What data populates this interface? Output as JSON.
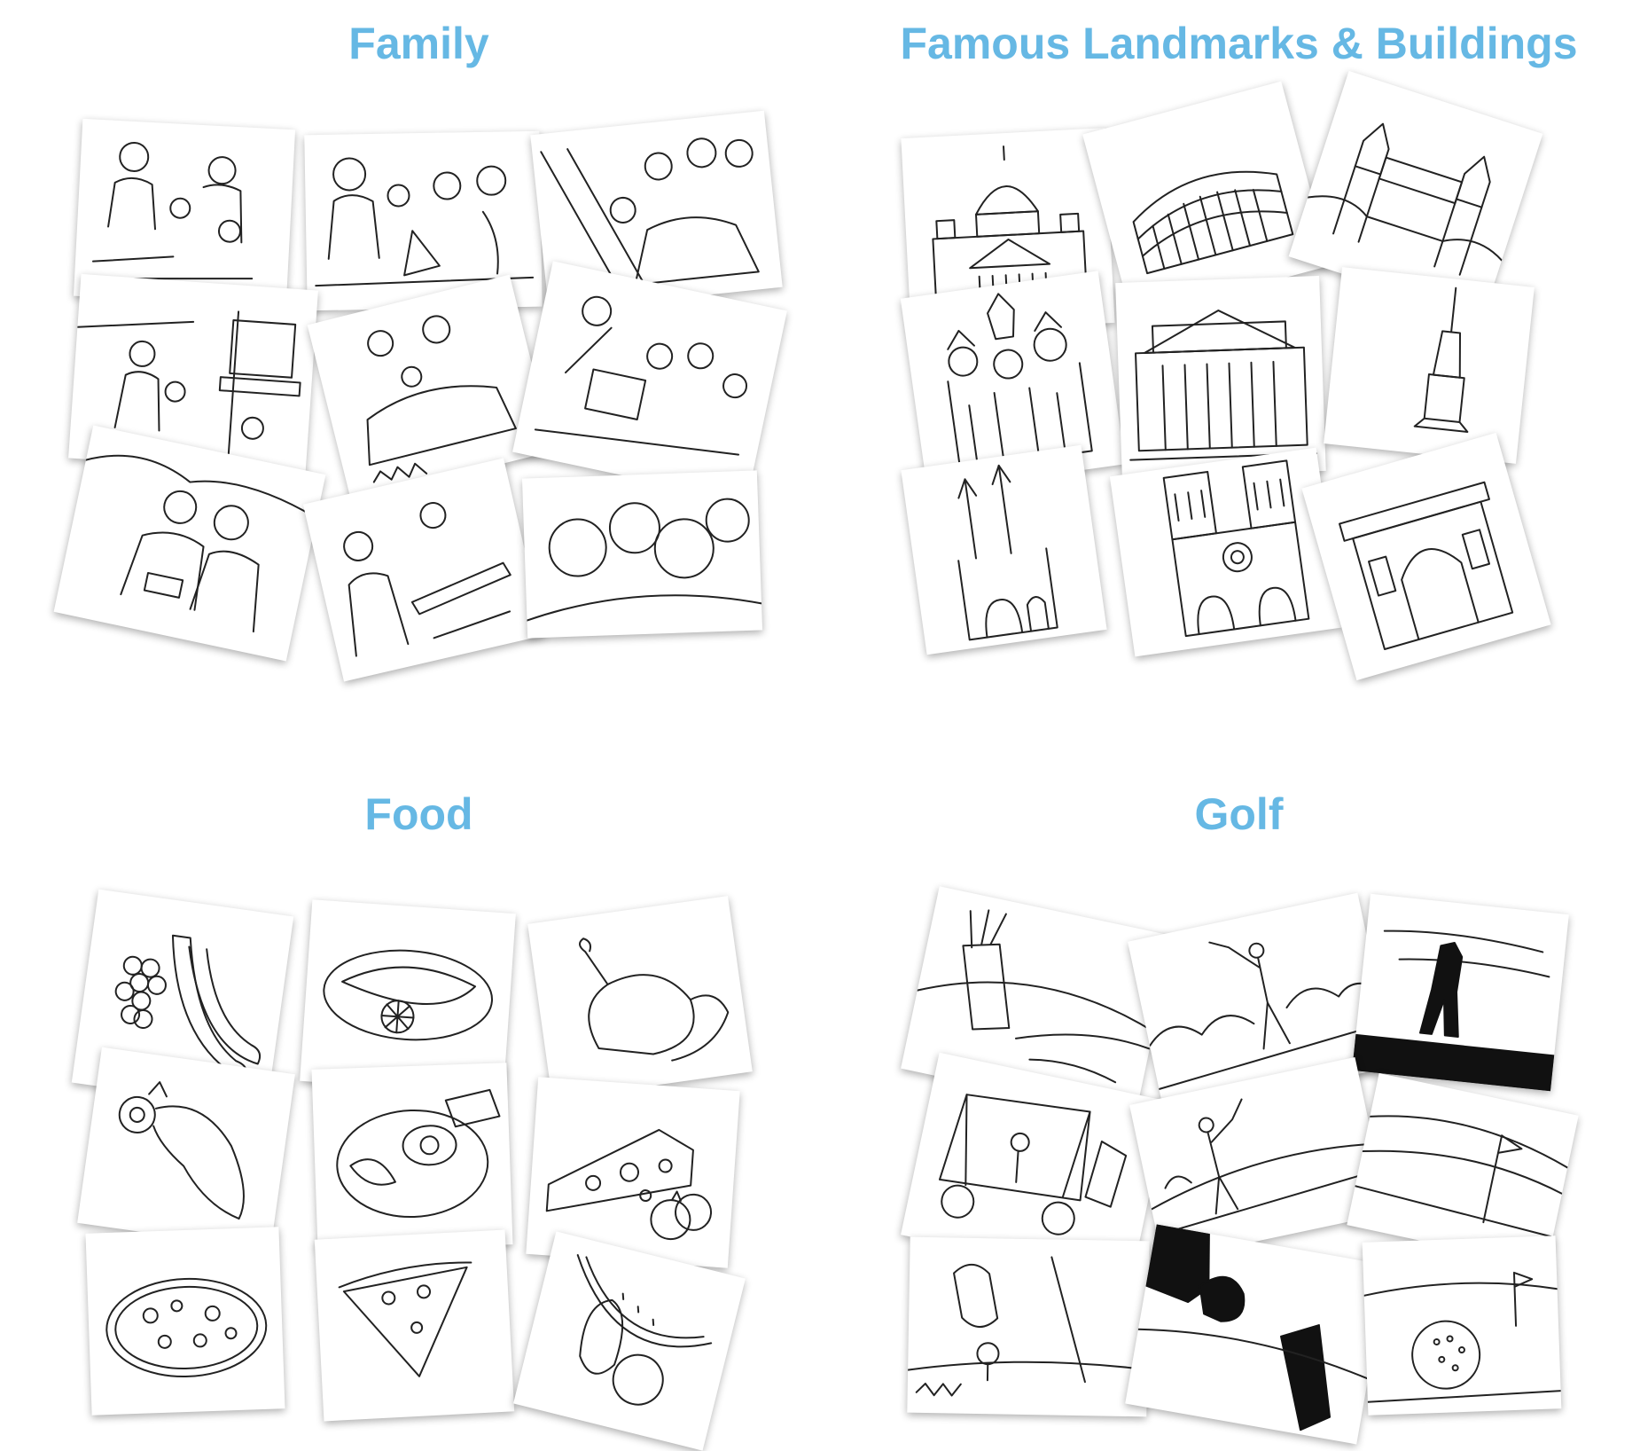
{
  "sections": {
    "family": {
      "title": "Family"
    },
    "landmarks": {
      "title": "Famous Landmarks & Buildings"
    },
    "food": {
      "title": "Food"
    },
    "golf": {
      "title": "Golf"
    }
  }
}
